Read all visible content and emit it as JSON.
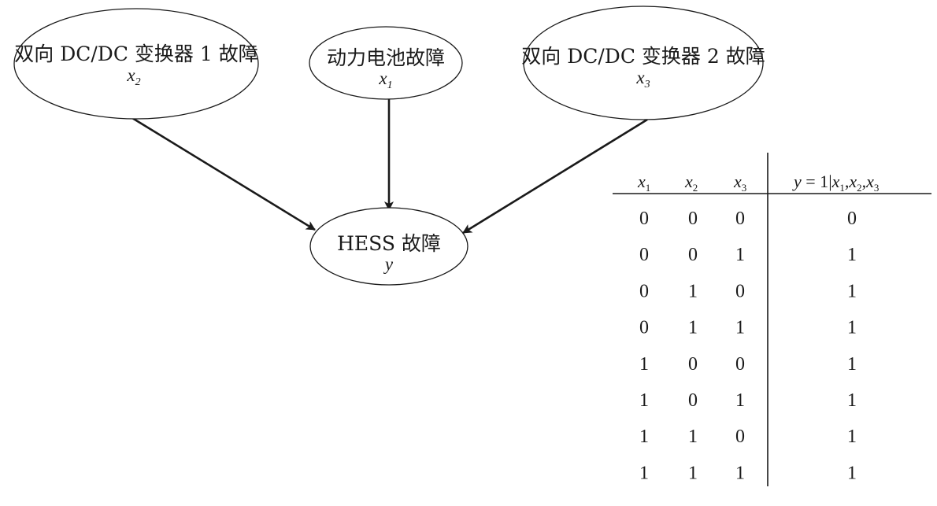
{
  "diagram": {
    "nodes": [
      {
        "id": "x2",
        "label": "双向 DC/DC 变换器 1 故障",
        "var": "x",
        "sub": "2"
      },
      {
        "id": "x1",
        "label": "动力电池故障",
        "var": "x",
        "sub": "1"
      },
      {
        "id": "x3",
        "label": "双向 DC/DC 变换器 2 故障",
        "var": "x",
        "sub": "3"
      },
      {
        "id": "y",
        "label": "HESS 故障",
        "var": "y",
        "sub": ""
      }
    ],
    "edges": [
      {
        "from": "x2",
        "to": "y"
      },
      {
        "from": "x1",
        "to": "y"
      },
      {
        "from": "x3",
        "to": "y"
      }
    ]
  },
  "truth_table": {
    "headers": [
      {
        "var": "x",
        "sub": "1"
      },
      {
        "var": "x",
        "sub": "2"
      },
      {
        "var": "x",
        "sub": "3"
      }
    ],
    "result_header": {
      "lhs": "y",
      "eq": " = 1",
      "bar": "|",
      "cond": [
        {
          "var": "x",
          "sub": "1"
        },
        {
          "var": "x",
          "sub": "2"
        },
        {
          "var": "x",
          "sub": "3"
        }
      ],
      "sep": ","
    },
    "rows": [
      [
        "0",
        "0",
        "0",
        "0"
      ],
      [
        "0",
        "0",
        "1",
        "1"
      ],
      [
        "0",
        "1",
        "0",
        "1"
      ],
      [
        "0",
        "1",
        "1",
        "1"
      ],
      [
        "1",
        "0",
        "0",
        "1"
      ],
      [
        "1",
        "0",
        "1",
        "1"
      ],
      [
        "1",
        "1",
        "0",
        "1"
      ],
      [
        "1",
        "1",
        "1",
        "1"
      ]
    ]
  }
}
